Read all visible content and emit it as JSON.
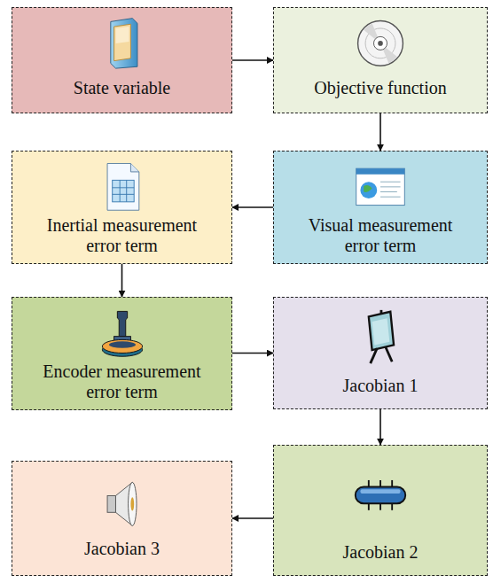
{
  "diagram": {
    "nodes": [
      {
        "text": [
          "State variable"
        ]
      },
      {
        "text": [
          "Objective function"
        ]
      },
      {
        "text": [
          "Visual measurement error term"
        ]
      },
      {
        "text": [
          "Inertial measurement error term"
        ]
      },
      {
        "text": [
          "Encoder measurement error term"
        ]
      },
      {
        "text": [
          "Jacobian 1"
        ]
      },
      {
        "text": [
          "Jacobian 2"
        ]
      },
      {
        "text": [
          "Jacobian 3"
        ]
      }
    ],
    "edges": [
      {
        "from": 0,
        "to": 1,
        "arrow": "to"
      },
      {
        "from": 1,
        "to": 2,
        "arrow": "to"
      },
      {
        "from": 2,
        "to": 3,
        "arrow": "to"
      },
      {
        "from": 3,
        "to": 4,
        "arrow": "to"
      },
      {
        "from": 4,
        "to": 5,
        "arrow": "to"
      },
      {
        "from": 5,
        "to": 6,
        "arrow": "to"
      },
      {
        "from": 6,
        "to": 7,
        "arrow": "to"
      }
    ]
  }
}
